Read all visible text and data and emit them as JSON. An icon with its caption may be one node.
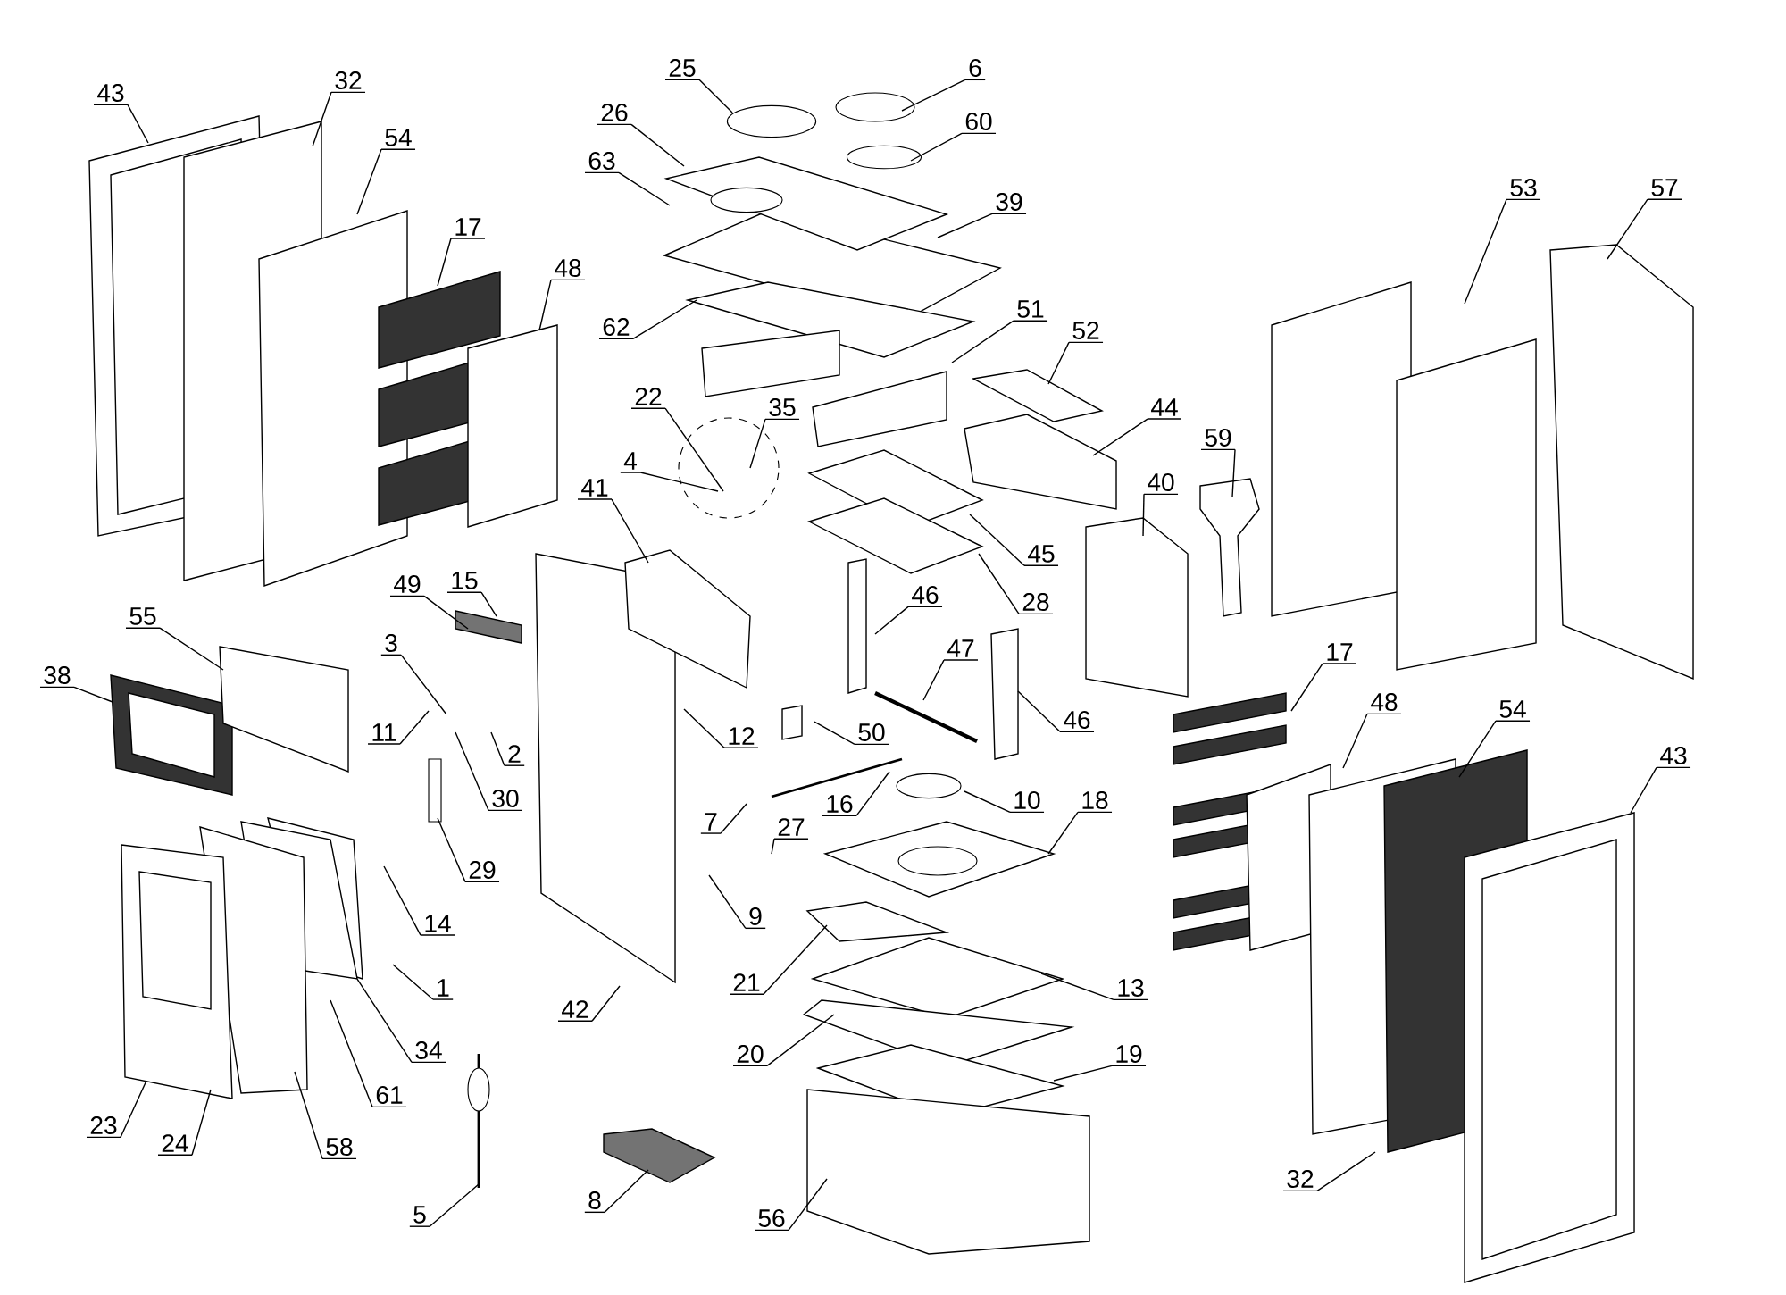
{
  "diagram": {
    "nodes": [
      {
        "text": [
          "43"
        ]
      },
      {
        "text": [
          "32"
        ]
      },
      {
        "text": [
          "54"
        ]
      },
      {
        "text": [
          "17"
        ]
      },
      {
        "text": [
          "48"
        ]
      },
      {
        "text": [
          "25"
        ]
      },
      {
        "text": [
          "6"
        ]
      },
      {
        "text": [
          "26"
        ]
      },
      {
        "text": [
          "60"
        ]
      },
      {
        "text": [
          "63"
        ]
      },
      {
        "text": [
          "39"
        ]
      },
      {
        "text": [
          "53"
        ]
      },
      {
        "text": [
          "57"
        ]
      },
      {
        "text": [
          "62"
        ]
      },
      {
        "text": [
          "51"
        ]
      },
      {
        "text": [
          "52"
        ]
      },
      {
        "text": [
          "22"
        ]
      },
      {
        "text": [
          "35"
        ]
      },
      {
        "text": [
          "44"
        ]
      },
      {
        "text": [
          "59"
        ]
      },
      {
        "text": [
          "4"
        ]
      },
      {
        "text": [
          "40"
        ]
      },
      {
        "text": [
          "41"
        ]
      },
      {
        "text": [
          "45"
        ]
      },
      {
        "text": [
          "28"
        ]
      },
      {
        "text": [
          "49"
        ]
      },
      {
        "text": [
          "15"
        ]
      },
      {
        "text": [
          "46"
        ]
      },
      {
        "text": [
          "55"
        ]
      },
      {
        "text": [
          "3"
        ]
      },
      {
        "text": [
          "38"
        ]
      },
      {
        "text": [
          "47"
        ]
      },
      {
        "text": [
          "17"
        ]
      },
      {
        "text": [
          "48"
        ]
      },
      {
        "text": [
          "54"
        ]
      },
      {
        "text": [
          "46"
        ]
      },
      {
        "text": [
          "11"
        ]
      },
      {
        "text": [
          "50"
        ]
      },
      {
        "text": [
          "12"
        ]
      },
      {
        "text": [
          "2"
        ]
      },
      {
        "text": [
          "43"
        ]
      },
      {
        "text": [
          "30"
        ]
      },
      {
        "text": [
          "16"
        ]
      },
      {
        "text": [
          "10"
        ]
      },
      {
        "text": [
          "18"
        ]
      },
      {
        "text": [
          "7"
        ]
      },
      {
        "text": [
          "27"
        ]
      },
      {
        "text": [
          "29"
        ]
      },
      {
        "text": [
          "9"
        ]
      },
      {
        "text": [
          "14"
        ]
      },
      {
        "text": [
          "21"
        ]
      },
      {
        "text": [
          "1"
        ]
      },
      {
        "text": [
          "13"
        ]
      },
      {
        "text": [
          "42"
        ]
      },
      {
        "text": [
          "34"
        ]
      },
      {
        "text": [
          "20"
        ]
      },
      {
        "text": [
          "19"
        ]
      },
      {
        "text": [
          "61"
        ]
      },
      {
        "text": [
          "23"
        ]
      },
      {
        "text": [
          "24"
        ]
      },
      {
        "text": [
          "58"
        ]
      },
      {
        "text": [
          "32"
        ]
      },
      {
        "text": [
          "8"
        ]
      },
      {
        "text": [
          "5"
        ]
      },
      {
        "text": [
          "56"
        ]
      }
    ],
    "edges": [
      {
        "from": 0,
        "to": null,
        "arrow": "none"
      },
      {
        "from": 1,
        "to": null,
        "arrow": "none"
      },
      {
        "from": 2,
        "to": null,
        "arrow": "none"
      },
      {
        "from": 3,
        "to": null,
        "arrow": "none"
      },
      {
        "from": 4,
        "to": null,
        "arrow": "none"
      },
      {
        "from": 5,
        "to": null,
        "arrow": "none"
      },
      {
        "from": 6,
        "to": null,
        "arrow": "none"
      },
      {
        "from": 7,
        "to": null,
        "arrow": "none"
      },
      {
        "from": 8,
        "to": null,
        "arrow": "none"
      },
      {
        "from": 9,
        "to": null,
        "arrow": "none"
      },
      {
        "from": 10,
        "to": null,
        "arrow": "none"
      },
      {
        "from": 11,
        "to": null,
        "arrow": "none"
      },
      {
        "from": 12,
        "to": null,
        "arrow": "none"
      },
      {
        "from": 13,
        "to": null,
        "arrow": "none"
      },
      {
        "from": 14,
        "to": null,
        "arrow": "none"
      },
      {
        "from": 15,
        "to": null,
        "arrow": "none"
      },
      {
        "from": 16,
        "to": null,
        "arrow": "none"
      },
      {
        "from": 17,
        "to": null,
        "arrow": "none"
      },
      {
        "from": 18,
        "to": null,
        "arrow": "none"
      },
      {
        "from": 19,
        "to": null,
        "arrow": "none"
      },
      {
        "from": 20,
        "to": null,
        "arrow": "none"
      },
      {
        "from": 21,
        "to": null,
        "arrow": "none"
      },
      {
        "from": 22,
        "to": null,
        "arrow": "none"
      },
      {
        "from": 23,
        "to": null,
        "arrow": "none"
      },
      {
        "from": 24,
        "to": null,
        "arrow": "none"
      },
      {
        "from": 25,
        "to": null,
        "arrow": "none"
      },
      {
        "from": 26,
        "to": null,
        "arrow": "none"
      },
      {
        "from": 27,
        "to": null,
        "arrow": "none"
      },
      {
        "from": 28,
        "to": null,
        "arrow": "none"
      },
      {
        "from": 29,
        "to": null,
        "arrow": "none"
      },
      {
        "from": 30,
        "to": null,
        "arrow": "none"
      },
      {
        "from": 31,
        "to": null,
        "arrow": "none"
      },
      {
        "from": 32,
        "to": null,
        "arrow": "none"
      },
      {
        "from": 33,
        "to": null,
        "arrow": "none"
      },
      {
        "from": 34,
        "to": null,
        "arrow": "none"
      },
      {
        "from": 35,
        "to": null,
        "arrow": "none"
      },
      {
        "from": 36,
        "to": null,
        "arrow": "none"
      },
      {
        "from": 37,
        "to": null,
        "arrow": "none"
      },
      {
        "from": 38,
        "to": null,
        "arrow": "none"
      },
      {
        "from": 39,
        "to": null,
        "arrow": "none"
      },
      {
        "from": 40,
        "to": null,
        "arrow": "none"
      },
      {
        "from": 41,
        "to": null,
        "arrow": "none"
      },
      {
        "from": 42,
        "to": null,
        "arrow": "none"
      },
      {
        "from": 43,
        "to": null,
        "arrow": "none"
      },
      {
        "from": 44,
        "to": null,
        "arrow": "none"
      },
      {
        "from": 45,
        "to": null,
        "arrow": "none"
      },
      {
        "from": 46,
        "to": null,
        "arrow": "none"
      },
      {
        "from": 47,
        "to": null,
        "arrow": "none"
      },
      {
        "from": 48,
        "to": null,
        "arrow": "none"
      },
      {
        "from": 49,
        "to": null,
        "arrow": "none"
      },
      {
        "from": 50,
        "to": null,
        "arrow": "none"
      },
      {
        "from": 51,
        "to": null,
        "arrow": "none"
      },
      {
        "from": 52,
        "to": null,
        "arrow": "none"
      },
      {
        "from": 53,
        "to": null,
        "arrow": "none"
      },
      {
        "from": 54,
        "to": null,
        "arrow": "none"
      },
      {
        "from": 55,
        "to": null,
        "arrow": "none"
      },
      {
        "from": 56,
        "to": null,
        "arrow": "none"
      },
      {
        "from": 57,
        "to": null,
        "arrow": "none"
      },
      {
        "from": 58,
        "to": null,
        "arrow": "none"
      },
      {
        "from": 59,
        "to": null,
        "arrow": "none"
      },
      {
        "from": 60,
        "to": null,
        "arrow": "none"
      },
      {
        "from": 61,
        "to": null,
        "arrow": "none"
      },
      {
        "from": 62,
        "to": null,
        "arrow": "none"
      },
      {
        "from": 63,
        "to": null,
        "arrow": "none"
      },
      {
        "from": 64,
        "to": null,
        "arrow": "none"
      }
    ]
  }
}
